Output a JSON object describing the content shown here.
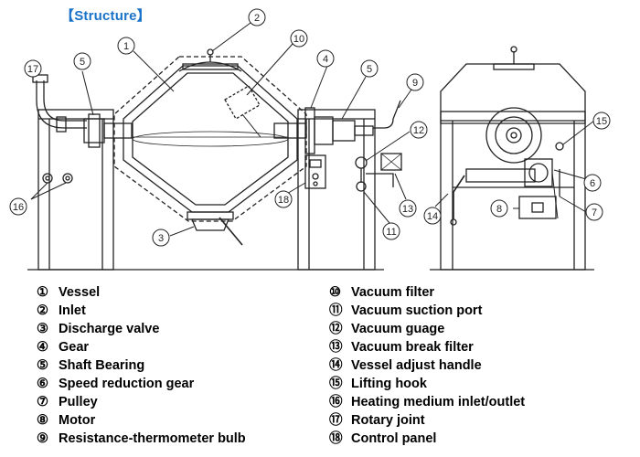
{
  "title": "【Structure】",
  "callouts": [
    "1",
    "2",
    "3",
    "4",
    "5",
    "6",
    "7",
    "8",
    "9",
    "10",
    "11",
    "12",
    "13",
    "14",
    "15",
    "16",
    "17",
    "18"
  ],
  "legend_left": [
    {
      "num": "①",
      "label": "Vessel"
    },
    {
      "num": "②",
      "label": "Inlet"
    },
    {
      "num": "③",
      "label": "Discharge valve"
    },
    {
      "num": "④",
      "label": "Gear"
    },
    {
      "num": "⑤",
      "label": "Shaft Bearing"
    },
    {
      "num": "⑥",
      "label": "Speed reduction gear"
    },
    {
      "num": "⑦",
      "label": "Pulley"
    },
    {
      "num": "⑧",
      "label": "Motor"
    },
    {
      "num": "⑨",
      "label": "Resistance-thermometer bulb"
    }
  ],
  "legend_right": [
    {
      "num": "⑩",
      "label": "Vacuum filter"
    },
    {
      "num": "⑪",
      "label": "Vacuum suction port"
    },
    {
      "num": "⑫",
      "label": "Vacuum guage"
    },
    {
      "num": "⑬",
      "label": "Vacuum break filter"
    },
    {
      "num": "⑭",
      "label": "Vessel adjust handle"
    },
    {
      "num": "⑮",
      "label": "Lifting hook"
    },
    {
      "num": "⑯",
      "label": "Heating medium inlet/outlet"
    },
    {
      "num": "⑰",
      "label": "Rotary joint"
    },
    {
      "num": "⑱",
      "label": "Control panel"
    }
  ],
  "colors": {
    "title": "#1a73c8",
    "line": "#222222"
  }
}
